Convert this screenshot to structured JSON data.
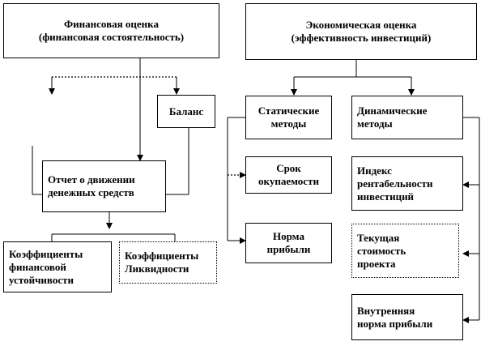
{
  "diagram": {
    "financial": {
      "title": "Финансовая оценка\n(финансовая  состоятельность)",
      "balance": "Баланс",
      "cashflow": "Отчет о движении\nденежных средств",
      "coef_stability": "Коэффициенты\nфинансовой\nустойчивости",
      "coef_liquidity": "Коэффициенты\nЛиквидности"
    },
    "economic": {
      "title": "Экономическая оценка\n(эффективность инвестиций)",
      "static_methods": "Статические\nметоды",
      "dynamic_methods": "Динамические\nметоды",
      "payback": "Срок\nокупаемости",
      "profit_rate": "Норма\nприбыли",
      "profitability_index": "Индекс\nрентабельности\nинвестиций",
      "present_value": "Текущая\nстоимость\nпроекта",
      "irr": "Внутренняя\nнорма прибыли"
    }
  }
}
